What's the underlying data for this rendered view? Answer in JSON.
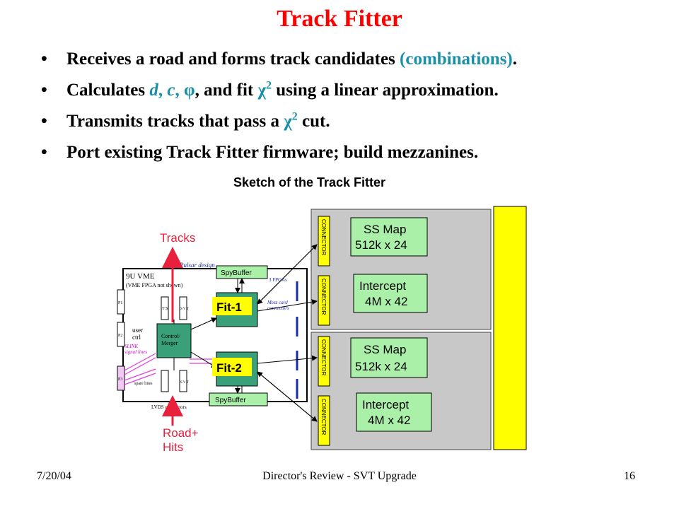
{
  "title": "Track Fitter",
  "bullets": [
    {
      "parts": [
        "Receives a road and forms track candidates ",
        "(combinations)",
        "."
      ]
    },
    {
      "parts": [
        "Calculates ",
        "d",
        ", ",
        "c",
        ", ",
        "φ",
        ", and fit ",
        "χ",
        "2",
        " using a linear approximation."
      ]
    },
    {
      "parts": [
        "Transmits tracks that pass a ",
        "χ",
        "2",
        " cut."
      ]
    },
    {
      "parts": [
        "Port existing Track Fitter firmware; build mezzanines."
      ]
    }
  ],
  "bullet_marker": "•",
  "sketch_title": "Sketch of the Track Fitter",
  "diagram": {
    "vme_label": "9U VME",
    "vme_sub": "(VME FPGA not shown)",
    "pulsar": "Pulsar design",
    "fpgas": "3  FPGAs",
    "p1": "P1",
    "p2": "P2",
    "p3": "P3",
    "user_ctrl_1": "user",
    "user_ctrl_2": "ctrl",
    "slink_1": "SLINK",
    "slink_2": "signal lines",
    "spare": "spare lines",
    "lvds": "LVDS connectors",
    "ts": "T S",
    "svt": "S V T",
    "control_1": "Control/",
    "control_2": "Merger",
    "spybuffer_top": "SpyBuffer",
    "spybuffer_bottom": "SpyBuffer",
    "fit1": "Fit-1",
    "fit2": "Fit-2",
    "mezz_1": "Mezz card",
    "mezz_2": "connectors",
    "tracks": "Tracks",
    "road_1": "Road+",
    "road_2": "Hits",
    "connector": "CONNECTOR",
    "ssmap_1": "SS Map",
    "ssmap_2": "512k x 24",
    "intercept_1": "Intercept",
    "intercept_2": "4M x 42"
  },
  "footer": {
    "date": "7/20/04",
    "center": "Director's Review - SVT Upgrade",
    "page": "16"
  },
  "colors": {
    "title": "#ff0000",
    "teal": "#1a8fa8",
    "green_box": "#aaf0a8",
    "yellow": "#ffff00",
    "gray_panel": "#c8c8c8",
    "red": "#e8203c",
    "magenta": "#e040e0"
  }
}
